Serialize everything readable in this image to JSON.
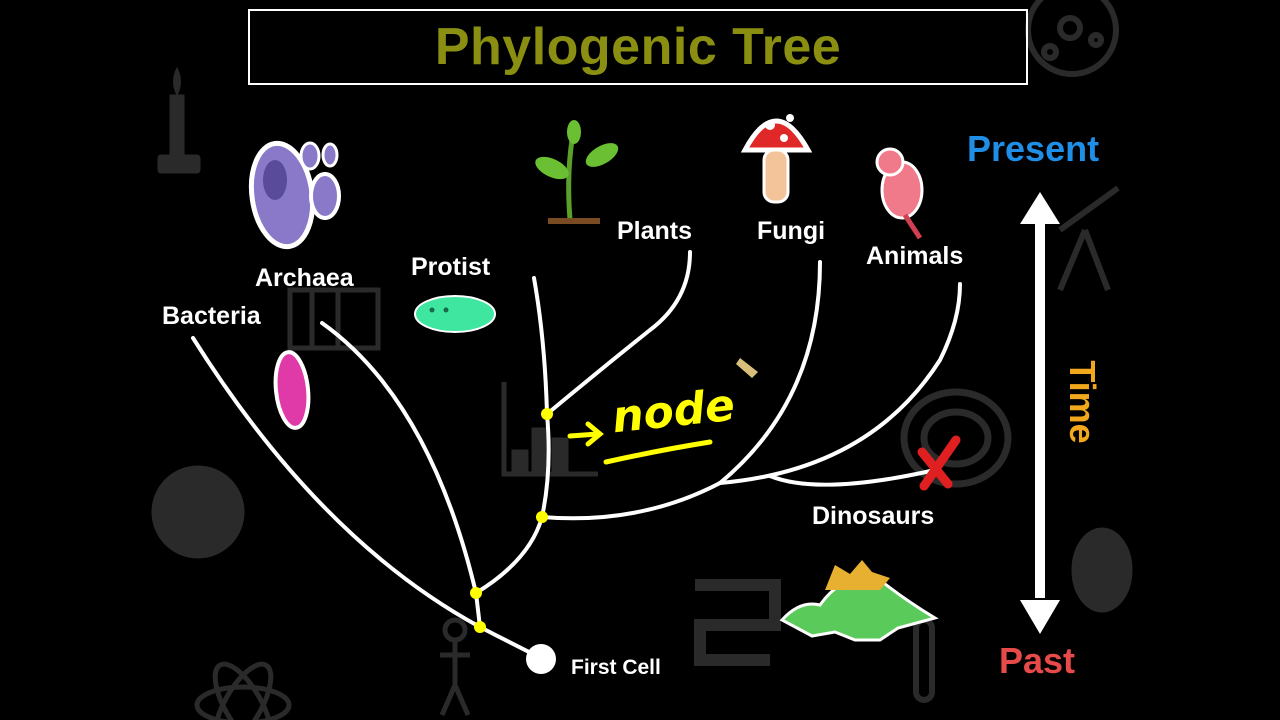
{
  "title": "Phylogenic Tree",
  "labels": {
    "bacteria": "Bacteria",
    "archaea": "Archaea",
    "protist": "Protist",
    "plants": "Plants",
    "fungi": "Fungi",
    "animals": "Animals",
    "dinosaurs": "Dinosaurs",
    "first_cell": "First Cell"
  },
  "time_axis": {
    "present": "Present",
    "time": "Time",
    "past": "Past"
  },
  "annotation": "node",
  "colors": {
    "title": "#8a8f12",
    "present": "#1e8ee6",
    "time": "#f2a81d",
    "past": "#e84a4a",
    "node": "#ffff00",
    "extinct_mark": "#e02020"
  }
}
